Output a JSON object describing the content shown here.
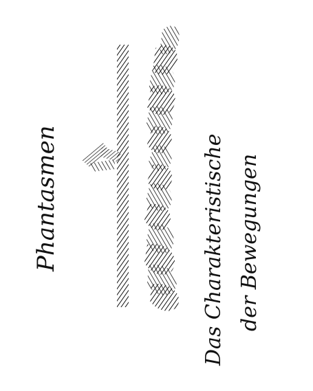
{
  "texts": {
    "left_caption": "Phantasmen",
    "right_caption_line1": "Das Charakteristische",
    "right_caption_line2": "der Bewegungen"
  },
  "colors": {
    "ink": "#111111",
    "paper": "#ffffff"
  }
}
